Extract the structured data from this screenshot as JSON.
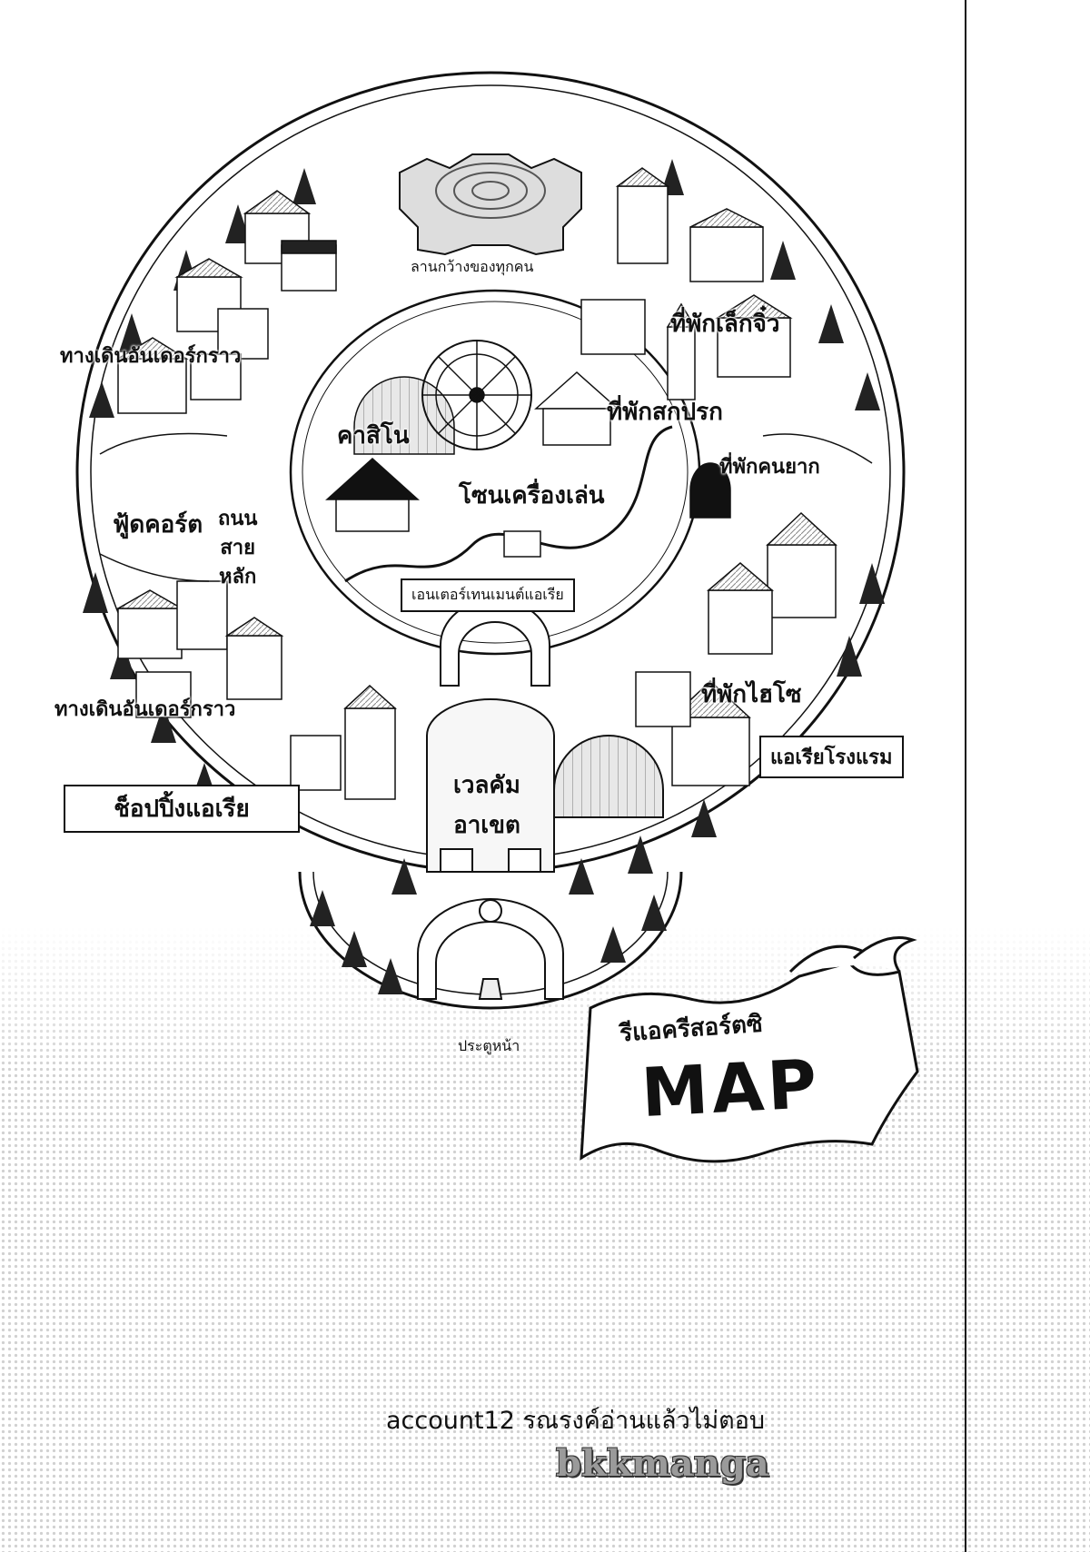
{
  "map": {
    "labels": {
      "plaza": "ลานกว้างของทุกคน",
      "small_inn": "ที่พักเล็กจิ๋ว",
      "underground_walk_top": "ทางเดินอันเดอร์กราว",
      "casino": "คาสิโน",
      "shabby_inn": "ที่พักสกปรก",
      "poor_inn": "ที่พักคนยาก",
      "ride_zone": "โซนเครื่องเล่น",
      "food_court": "ฟู้ดคอร์ต",
      "main_road": [
        "ถนน",
        "สาย",
        "หลัก"
      ],
      "entertainment_area": "เอนเตอร์เทนเมนต์แอเรีย",
      "luxury_inn": "ที่พักไฮโซ",
      "underground_walk_bottom": "ทางเดินอันเดอร์กราว",
      "hotel_area": "แอเรียโรงแรม",
      "shopping_area": "ช็อปปิ้งแอเรีย",
      "welcome_zone": [
        "เวลคัม",
        "อาเขต"
      ],
      "front_gate": "ประตูหน้า"
    }
  },
  "banner": {
    "title": "รีแอครีสอร์ตซิ",
    "map": "MAP"
  },
  "chapter": "account12 รณรงค์อ่านแล้วไม่ตอบ",
  "credit": "bkkmanga"
}
